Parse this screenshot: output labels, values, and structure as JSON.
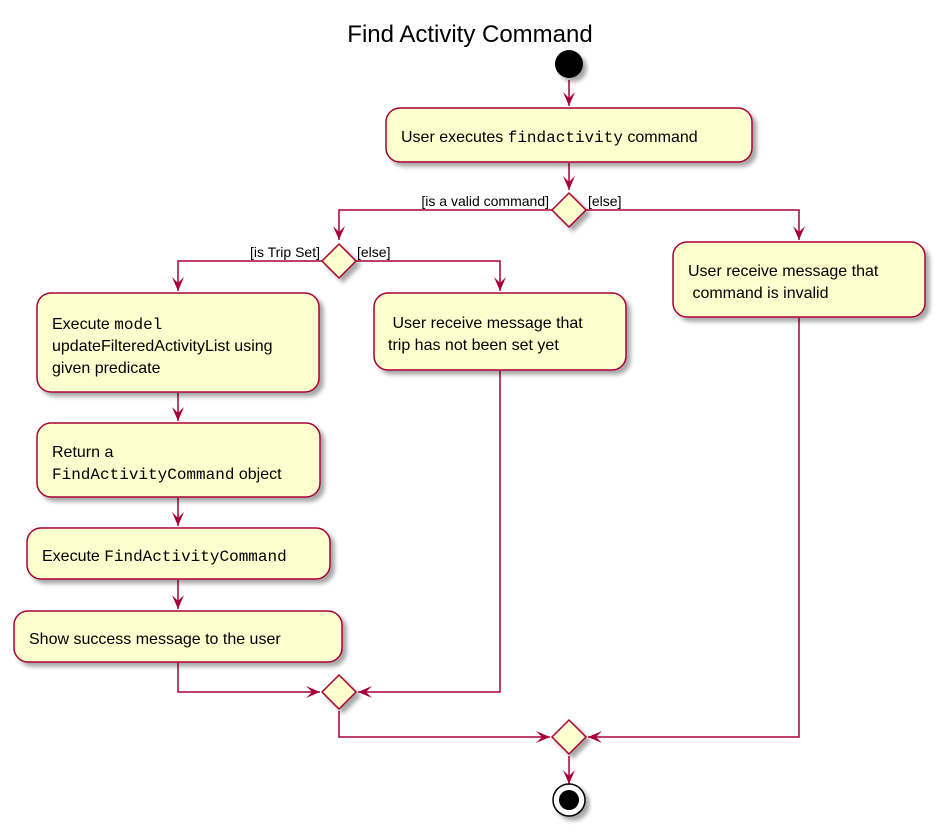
{
  "title": "Find Activity Command",
  "colors": {
    "line": "#A80036",
    "fill": "#FEFECE",
    "ink": "#000000"
  },
  "nodes": {
    "start": {
      "shape": "start-dot"
    },
    "user_executes": {
      "prefix": "User executes ",
      "code": "findactivity",
      "suffix": " command"
    },
    "execute_model": {
      "line1_prefix": "Execute ",
      "line1_code": "model",
      "line2": "updateFilteredActivityList using",
      "line3": "given predicate"
    },
    "return_obj": {
      "line1": "Return a",
      "line2_code": "FindActivityCommand",
      "line2_suffix": " object"
    },
    "execute_cmd": {
      "prefix": "Execute ",
      "code": "FindActivityCommand"
    },
    "show_success": {
      "text": "Show success message to the user"
    },
    "trip_not_set": {
      "line1": " User receive message that",
      "line2": "trip has not been set yet"
    },
    "invalid_cmd": {
      "line1": "User receive message that",
      "line2": " command is invalid"
    },
    "end": {
      "shape": "end-dot"
    }
  },
  "guards": {
    "valid": "[is a valid command]",
    "else_outer": "[else]",
    "trip_set": "[is Trip Set]",
    "else_inner": "[else]"
  }
}
